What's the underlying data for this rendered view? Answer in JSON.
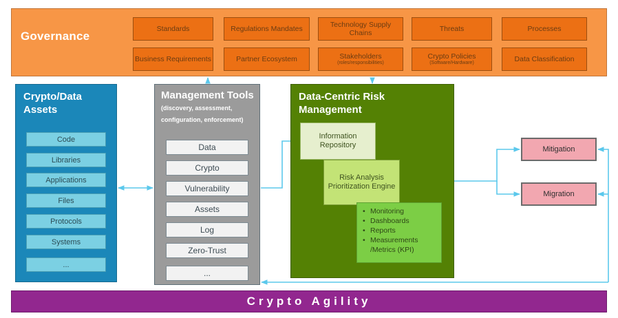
{
  "governance": {
    "title": "Governance",
    "cells": [
      {
        "label": "Standards",
        "sub": ""
      },
      {
        "label": "Regulations Mandates",
        "sub": ""
      },
      {
        "label": "Technology Supply Chains",
        "sub": ""
      },
      {
        "label": "Threats",
        "sub": ""
      },
      {
        "label": "Processes",
        "sub": ""
      },
      {
        "label": "Business Requirements",
        "sub": ""
      },
      {
        "label": "Partner Ecosystem",
        "sub": ""
      },
      {
        "label": "Stakeholders",
        "sub": "(roles/responsibilities)"
      },
      {
        "label": "Crypto Policies",
        "sub": "(Software/Hardware)"
      },
      {
        "label": "Data Classification",
        "sub": ""
      }
    ]
  },
  "assets": {
    "title": "Crypto/Data Assets",
    "items": [
      {
        "label": "Code"
      },
      {
        "label": "Libraries"
      },
      {
        "label": "Applications"
      },
      {
        "label": "Files"
      },
      {
        "label": "Protocols"
      },
      {
        "label": "Systems"
      },
      {
        "label": "..."
      }
    ]
  },
  "tools": {
    "title": "Management Tools",
    "subtitle": "(discovery, assessment, configuration, enforcement)",
    "items": [
      {
        "label": "Data"
      },
      {
        "label": "Crypto"
      },
      {
        "label": "Vulnerability"
      },
      {
        "label": "Assets"
      },
      {
        "label": "Log"
      },
      {
        "label": "Zero-Trust"
      },
      {
        "label": "..."
      }
    ]
  },
  "risk": {
    "title": "Data-Centric Risk Management",
    "information_repository": "Information Repository",
    "risk_engine": "Risk Analysis Prioritization Engine",
    "monitoring_items": [
      {
        "label": "Monitoring",
        "bulleted": true
      },
      {
        "label": "Dashboards",
        "bulleted": true
      },
      {
        "label": "Reports",
        "bulleted": true
      },
      {
        "label": "Measurements",
        "bulleted": true
      },
      {
        "label": "/Metrics (KPI)",
        "bulleted": false
      }
    ]
  },
  "outcomes": {
    "mitigation": "Mitigation",
    "migration": "Migration"
  },
  "footer": {
    "title": "Crypto Agility"
  },
  "colors": {
    "governance_banner": "#F79646",
    "governance_cell": "#EC7014",
    "assets_panel": "#1B87B9",
    "assets_item": "#7BD0E3",
    "tools_panel": "#9B9B9B",
    "tools_item": "#F2F2F2",
    "risk_panel": "#548104",
    "info_repository": "#E6EFCE",
    "risk_engine": "#C3E376",
    "monitoring": "#7CCE45",
    "outcome_box": "#F2A7B0",
    "agility_banner": "#92278F",
    "connector": "#5BC8EC"
  }
}
